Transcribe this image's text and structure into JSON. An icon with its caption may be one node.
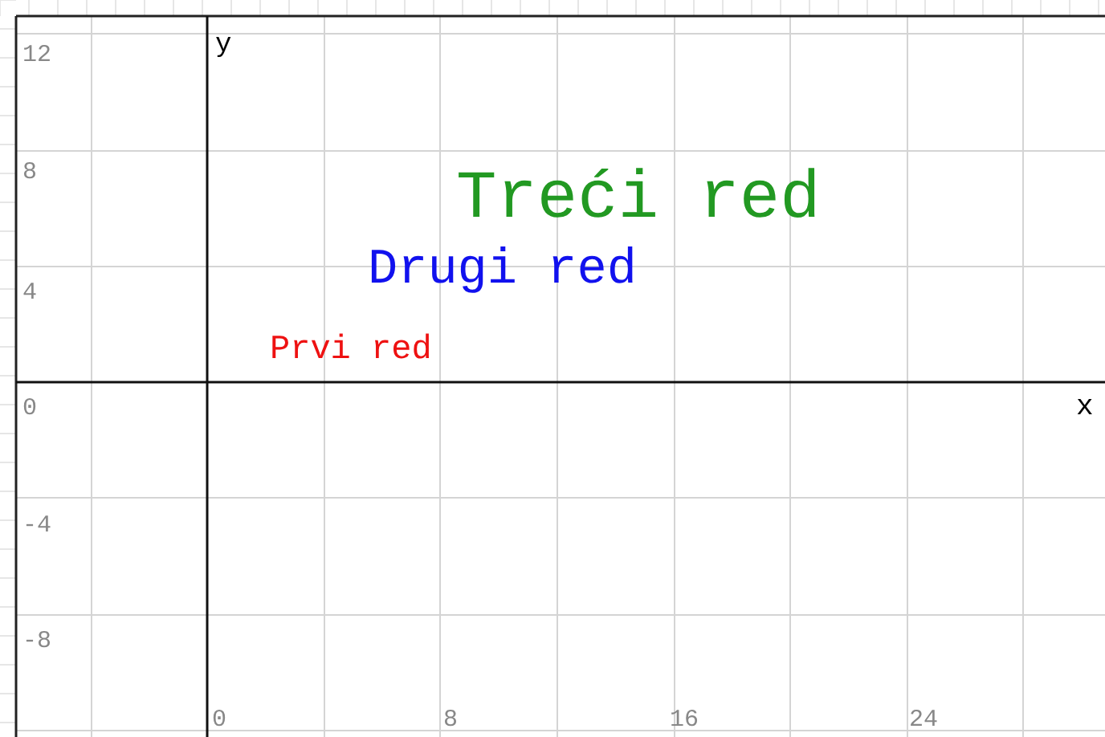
{
  "diagram": {
    "labels": [
      "12",
      "y",
      "8",
      "Treći red",
      "4",
      "Drugi red",
      "Prvi red",
      "0",
      "x",
      "-4",
      "-8",
      "0",
      "8",
      "16",
      "24"
    ]
  }
}
